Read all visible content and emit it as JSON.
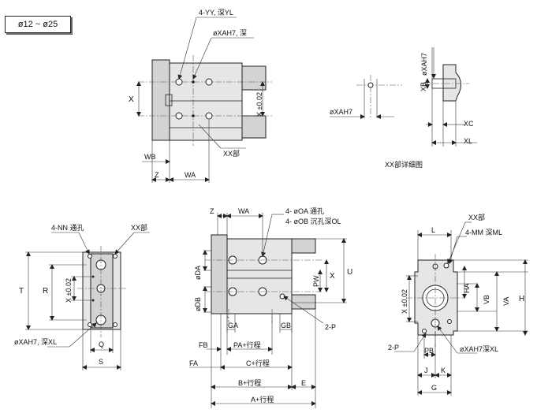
{
  "badge": "ø12 ~ ø25",
  "top_view": {
    "lbl_yy": "4-YY, 深YL",
    "lbl_xah7": "øXAH7, 深",
    "lbl_x": "X",
    "lbl_xtol": "X ±0.02",
    "lbl_xx": "XX部",
    "lbl_wb": "WB",
    "lbl_z": "Z",
    "lbl_wa": "WA"
  },
  "detail": {
    "lbl_xah7_v": "øXAH7",
    "lbl_xb": "XB",
    "lbl_xah7_h": "øXAH7",
    "lbl_xc": "XC",
    "lbl_xl": "XL",
    "caption": "XX部详细图"
  },
  "end_view": {
    "lbl_nn": "4-NN 通孔",
    "lbl_xx": "XX部",
    "lbl_t": "T",
    "lbl_r": "R",
    "lbl_xtol": "X ±0.02",
    "lbl_xah7xl": "øXAH7, 深XL",
    "lbl_q": "Q",
    "lbl_s": "S"
  },
  "side_view": {
    "lbl_z": "Z",
    "lbl_wa": "WA",
    "lbl_oa": "4- øOA 通孔",
    "lbl_ob": "4- øOB 沉孔深OL",
    "lbl_da": "øDA",
    "lbl_db": "øDB",
    "lbl_pw": "PW",
    "lbl_x": "X",
    "lbl_u": "U",
    "lbl_ga": "GA",
    "lbl_gb": "GB",
    "lbl_2p": "2-P",
    "lbl_fb": "FB",
    "lbl_pa": "PA+行程",
    "lbl_fa": "FA",
    "lbl_c": "C+行程",
    "lbl_b": "B+行程",
    "lbl_e": "E",
    "lbl_a": "A+行程"
  },
  "right_view": {
    "lbl_xx": "XX部",
    "lbl_l": "L",
    "lbl_mm": "4-MM 深ML",
    "lbl_ha": "HA",
    "lbl_xtol": "X ±0.02",
    "lbl_vb": "VB",
    "lbl_va": "VA",
    "lbl_h": "H",
    "lbl_2p": "2-P",
    "lbl_pb": "PB",
    "lbl_xah7xl": "øXAH7深XL",
    "lbl_j": "J",
    "lbl_k": "K",
    "lbl_g": "G"
  }
}
